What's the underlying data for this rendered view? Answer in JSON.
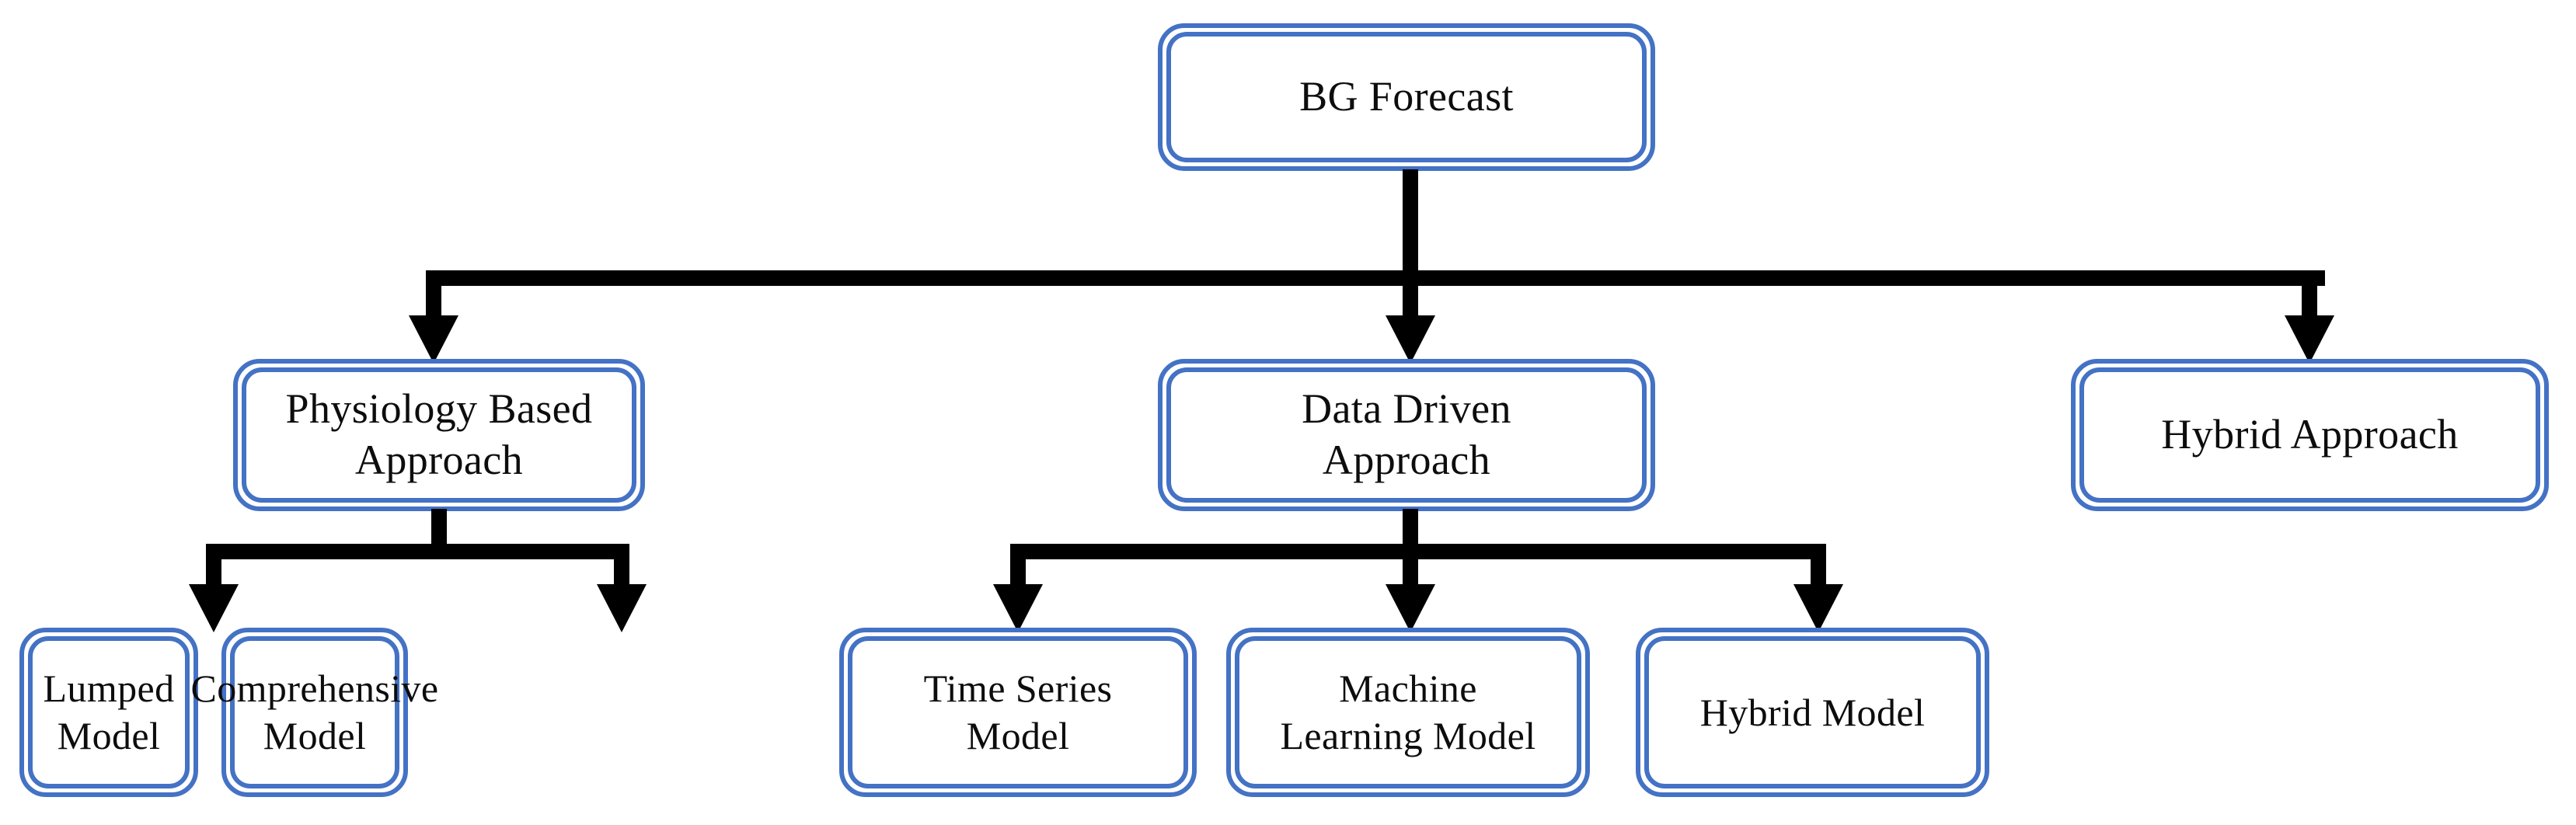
{
  "diagram": {
    "title": "BG Forecast Taxonomy",
    "type": "tree-hierarchy",
    "colors": {
      "node_border": "#4472C4",
      "node_fill": "#FFFFFF",
      "connector": "#000000",
      "text": "#0D0D0D",
      "background": "#FFFFFF"
    },
    "root": {
      "id": "bg-forecast",
      "label": "BG Forecast"
    },
    "level2": [
      {
        "id": "physiology-based-approach",
        "label": "Physiology Based\nApproach"
      },
      {
        "id": "data-driven-approach",
        "label": "Data Driven\nApproach"
      },
      {
        "id": "hybrid-approach",
        "label": "Hybrid Approach"
      }
    ],
    "level3": [
      {
        "id": "lumped-model",
        "label": "Lumped Model",
        "parent": "physiology-based-approach"
      },
      {
        "id": "comprehensive-model",
        "label": "Comprehensive\nModel",
        "parent": "physiology-based-approach"
      },
      {
        "id": "time-series-model",
        "label": "Time Series\nModel",
        "parent": "data-driven-approach"
      },
      {
        "id": "machine-learning-model",
        "label": "Machine\nLearning Model",
        "parent": "data-driven-approach"
      },
      {
        "id": "hybrid-model",
        "label": "Hybrid Model",
        "parent": "data-driven-approach"
      }
    ],
    "edges": [
      {
        "from": "bg-forecast",
        "to": "physiology-based-approach"
      },
      {
        "from": "bg-forecast",
        "to": "data-driven-approach"
      },
      {
        "from": "bg-forecast",
        "to": "hybrid-approach"
      },
      {
        "from": "physiology-based-approach",
        "to": "lumped-model"
      },
      {
        "from": "physiology-based-approach",
        "to": "comprehensive-model"
      },
      {
        "from": "data-driven-approach",
        "to": "time-series-model"
      },
      {
        "from": "data-driven-approach",
        "to": "machine-learning-model"
      },
      {
        "from": "data-driven-approach",
        "to": "hybrid-model"
      }
    ]
  }
}
